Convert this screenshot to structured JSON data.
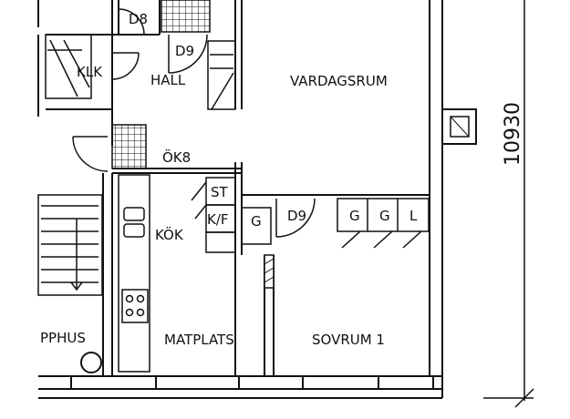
{
  "rooms": {
    "vardagsrum": "VARDAGSRUM",
    "hall": "HALL",
    "klk": "KLK",
    "kok": "KÖK",
    "matplats": "MATPLATS",
    "sovrum": "SOVRUM 1",
    "trapphus": "PPHUS",
    "ok8": "ÖK8"
  },
  "fixtures": {
    "d8": "D8",
    "d9_hall": "D9",
    "d9_bed": "D9",
    "st": "ST",
    "kf": "K/F",
    "g1": "G",
    "g2": "G",
    "g3": "G",
    "l": "L"
  },
  "dimension": "10930"
}
